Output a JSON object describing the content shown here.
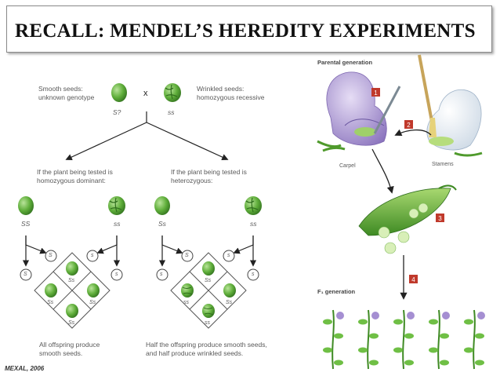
{
  "title": "RECALL: MENDEL’S HEREDITY EXPERIMENTS",
  "credit": "MEXAL, 2006",
  "cross": {
    "smooth_label": "Smooth seeds:\nunknown genotype",
    "wrinkled_label": "Wrinkled seeds:\nhomozygous recessive",
    "cross_symbol": "x",
    "smooth_genotype": "S?",
    "wrinkled_genotype": "ss"
  },
  "left_case": {
    "condition": "If the plant being tested is\nhomozygous dominant:",
    "parent_genotypes": [
      "SS",
      "ss"
    ],
    "gametes": [
      "S",
      "S",
      "s",
      "s"
    ],
    "offspring": [
      "Ss",
      "Ss",
      "Ss",
      "Ss"
    ],
    "result": "All offspring produce\nsmooth seeds."
  },
  "right_case": {
    "condition": "If the plant being tested is\nheterozygous:",
    "parent_genotypes": [
      "Ss",
      "ss"
    ],
    "gametes": [
      "S",
      "s",
      "s",
      "s"
    ],
    "offspring": [
      "Ss",
      "ss",
      "Ss",
      "ss"
    ],
    "result": "Half the offspring produce smooth seeds,\nand half produce wrinkled seeds."
  },
  "illustration": {
    "parental_label": "Parental generation",
    "carpel_label": "Carpel",
    "stamens_label": "Stamens",
    "f1_label": "F₁ generation",
    "steps": [
      "1",
      "2",
      "3",
      "4"
    ]
  },
  "colors": {
    "seed_green": "#5fae3a",
    "flower_purple": "#b6a3d9",
    "step_box": "#c0392b"
  }
}
